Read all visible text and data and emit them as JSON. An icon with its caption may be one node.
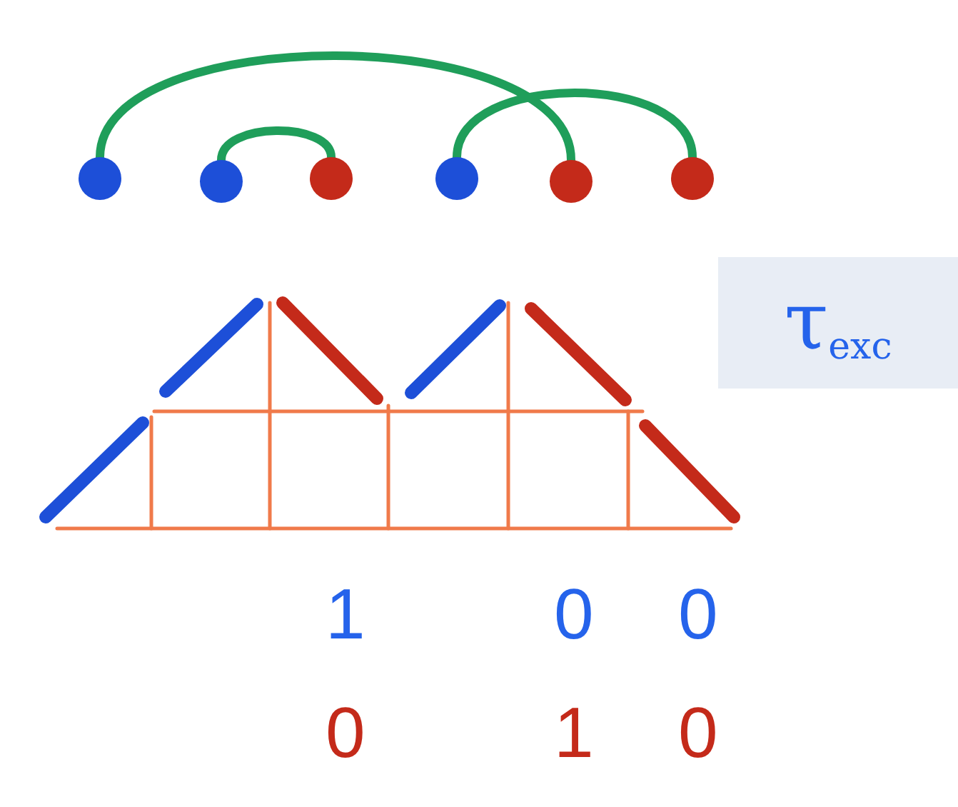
{
  "diagram": {
    "nodes": [
      {
        "text": [],
        "shape": "circle"
      },
      {
        "text": [],
        "shape": "circle"
      },
      {
        "text": [],
        "shape": "circle"
      },
      {
        "text": [],
        "shape": "circle"
      },
      {
        "text": [],
        "shape": "circle"
      },
      {
        "text": [],
        "shape": "circle"
      }
    ],
    "edges": [
      {
        "from": 0,
        "to": 4,
        "arrow": "none",
        "color": "#1f9e5a"
      },
      {
        "from": 1,
        "to": 2,
        "arrow": "none",
        "color": "#1f9e5a"
      },
      {
        "from": 3,
        "to": 5,
        "arrow": "none",
        "color": "#1f9e5a"
      }
    ],
    "labels": [
      "τ$_{exc}$",
      "1",
      "0",
      "0",
      "0",
      "1",
      "0"
    ]
  }
}
